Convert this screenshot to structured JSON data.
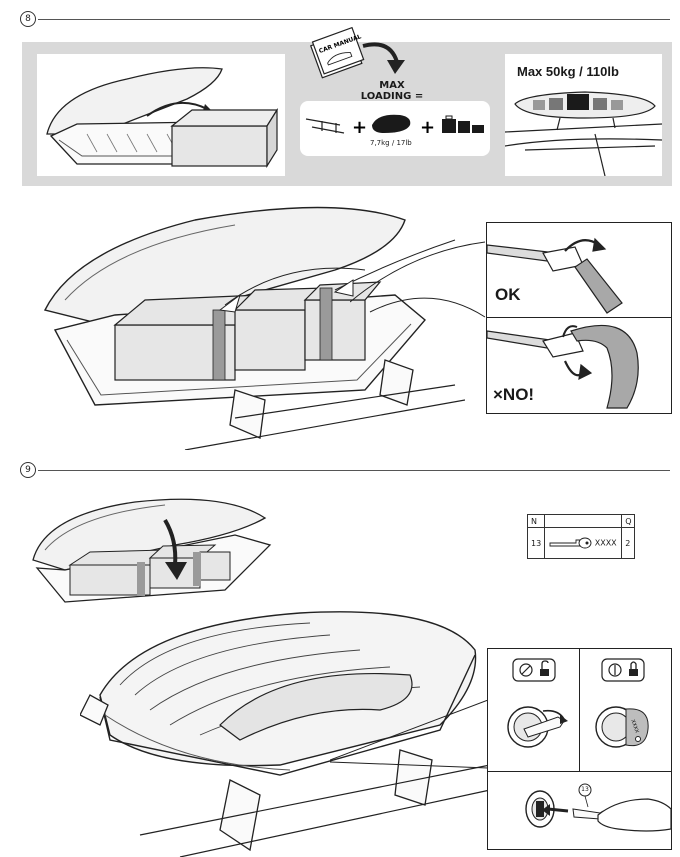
{
  "steps": {
    "step8": {
      "number": "8",
      "manual_label": "CAR MANUAL",
      "max_loading_line1": "MAX",
      "max_loading_line2": "LOADING =",
      "weight_note": "7,7kg / 17lb",
      "max_weight_title": "Max 50kg / 110lb",
      "ok_label": "OK",
      "no_label": "×NO!"
    },
    "step9": {
      "number": "9",
      "key_table": {
        "header_left": "N",
        "header_right": "Q",
        "row_left": "13",
        "row_code": "XXXX",
        "row_right": "2"
      },
      "key_number_badge": "13",
      "key_tag_code": "XXXX"
    }
  },
  "colors": {
    "band": "#d9d9d9",
    "ink": "#1a1a1a",
    "cargo": "#e6e6e6"
  }
}
